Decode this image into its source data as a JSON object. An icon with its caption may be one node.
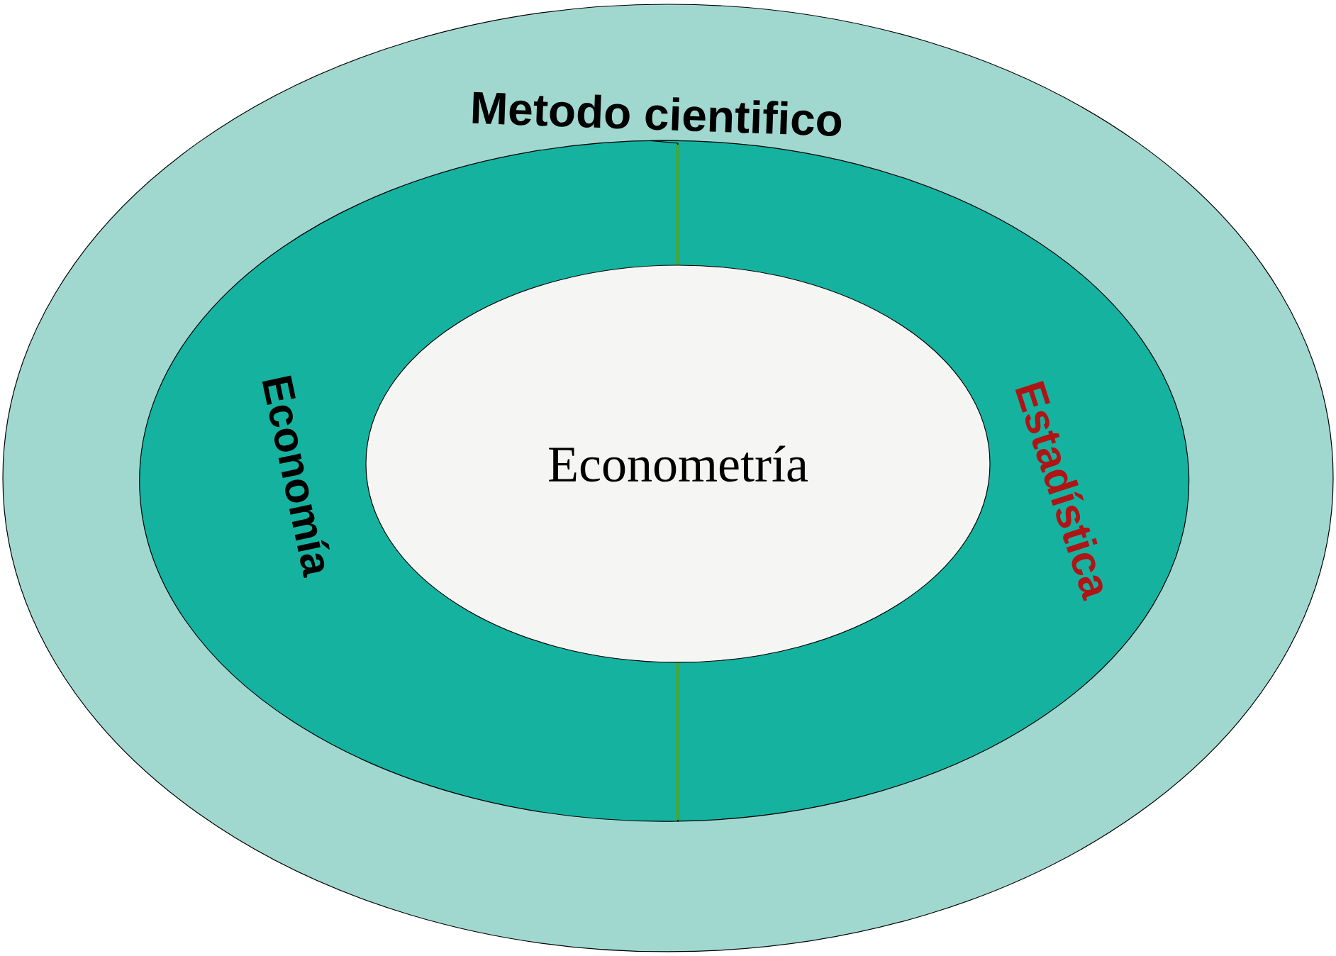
{
  "diagram": {
    "nodes": [
      {
        "text": [
          "Metodo cientifico"
        ]
      },
      {
        "text": [
          "Economía"
        ],
        "in": 0
      },
      {
        "text": [
          "Estadística"
        ],
        "in": 0
      },
      {
        "text": [
          "Econometría"
        ],
        "in": 0
      }
    ]
  }
}
